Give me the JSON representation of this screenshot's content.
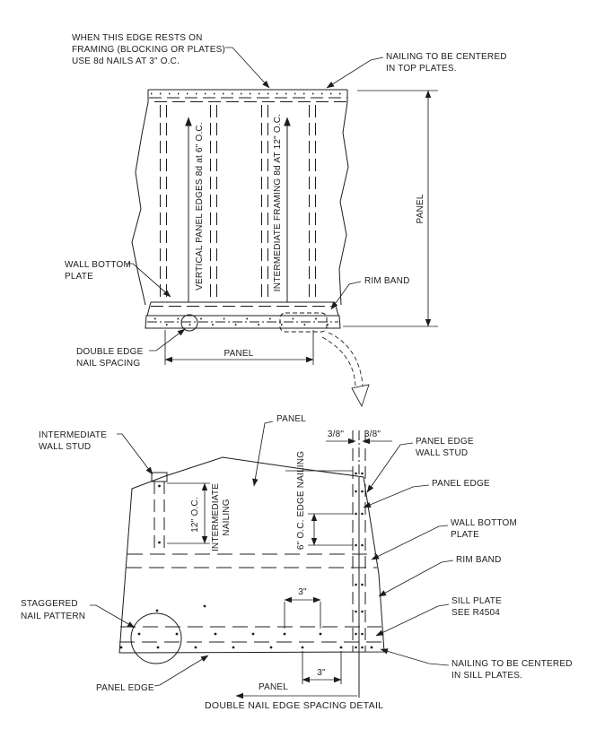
{
  "upper": {
    "edge_note": [
      "WHEN THIS EDGE RESTS ON",
      "FRAMING (BLOCKING OR PLATES)",
      "USE 8d NAILS AT 3\" O.C."
    ],
    "top_nailing": [
      "NAILING TO BE CENTERED",
      "IN TOP PLATES."
    ],
    "vertical_edges": "VERTICAL PANEL EDGES 8d at 6\" O.C.",
    "intermediate_framing": "INTERMEDIATE FRAMING 8d AT 12\" O.C.",
    "wall_bottom_plate": [
      "WALL BOTTOM",
      "PLATE"
    ],
    "rim_band": "RIM BAND",
    "double_edge": [
      "DOUBLE EDGE",
      "NAIL SPACING"
    ],
    "panel_width_dim": "PANEL",
    "panel_height_dim": "PANEL"
  },
  "lower": {
    "intermediate_wall_stud": [
      "INTERMEDIATE",
      "WALL STUD"
    ],
    "panel": "PANEL",
    "dim_three_eighths_left": "3/8\"",
    "dim_three_eighths_right": "3/8\"",
    "panel_edge_wall_stud": [
      "PANEL EDGE",
      "WALL STUD"
    ],
    "panel_edge_right": "PANEL EDGE",
    "wall_bottom_plate": [
      "WALL BOTTOM",
      "PLATE"
    ],
    "rim_band": "RIM BAND",
    "sill_plate": [
      "SILL PLATE",
      "SEE R4504"
    ],
    "sill_nailing": [
      "NAILING TO BE CENTERED",
      "IN SILL PLATES."
    ],
    "staggered": [
      "STAGGERED",
      "NAIL PATTERN"
    ],
    "panel_edge_bottom": "PANEL EDGE",
    "edge_nailing_dim": "6\" O.C. EDGE NAILING",
    "intermediate_dim": "12\" O.C.",
    "intermediate_nailing": [
      "INTERMEDIATE",
      "NAILING"
    ],
    "dim_three_top": "3\"",
    "dim_three_bottom": "3\"",
    "panel_direction": "PANEL",
    "title": "DOUBLE NAIL EDGE SPACING DETAIL"
  },
  "colors": {
    "ink": "#1c1c1c",
    "paper": "#ffffff"
  }
}
